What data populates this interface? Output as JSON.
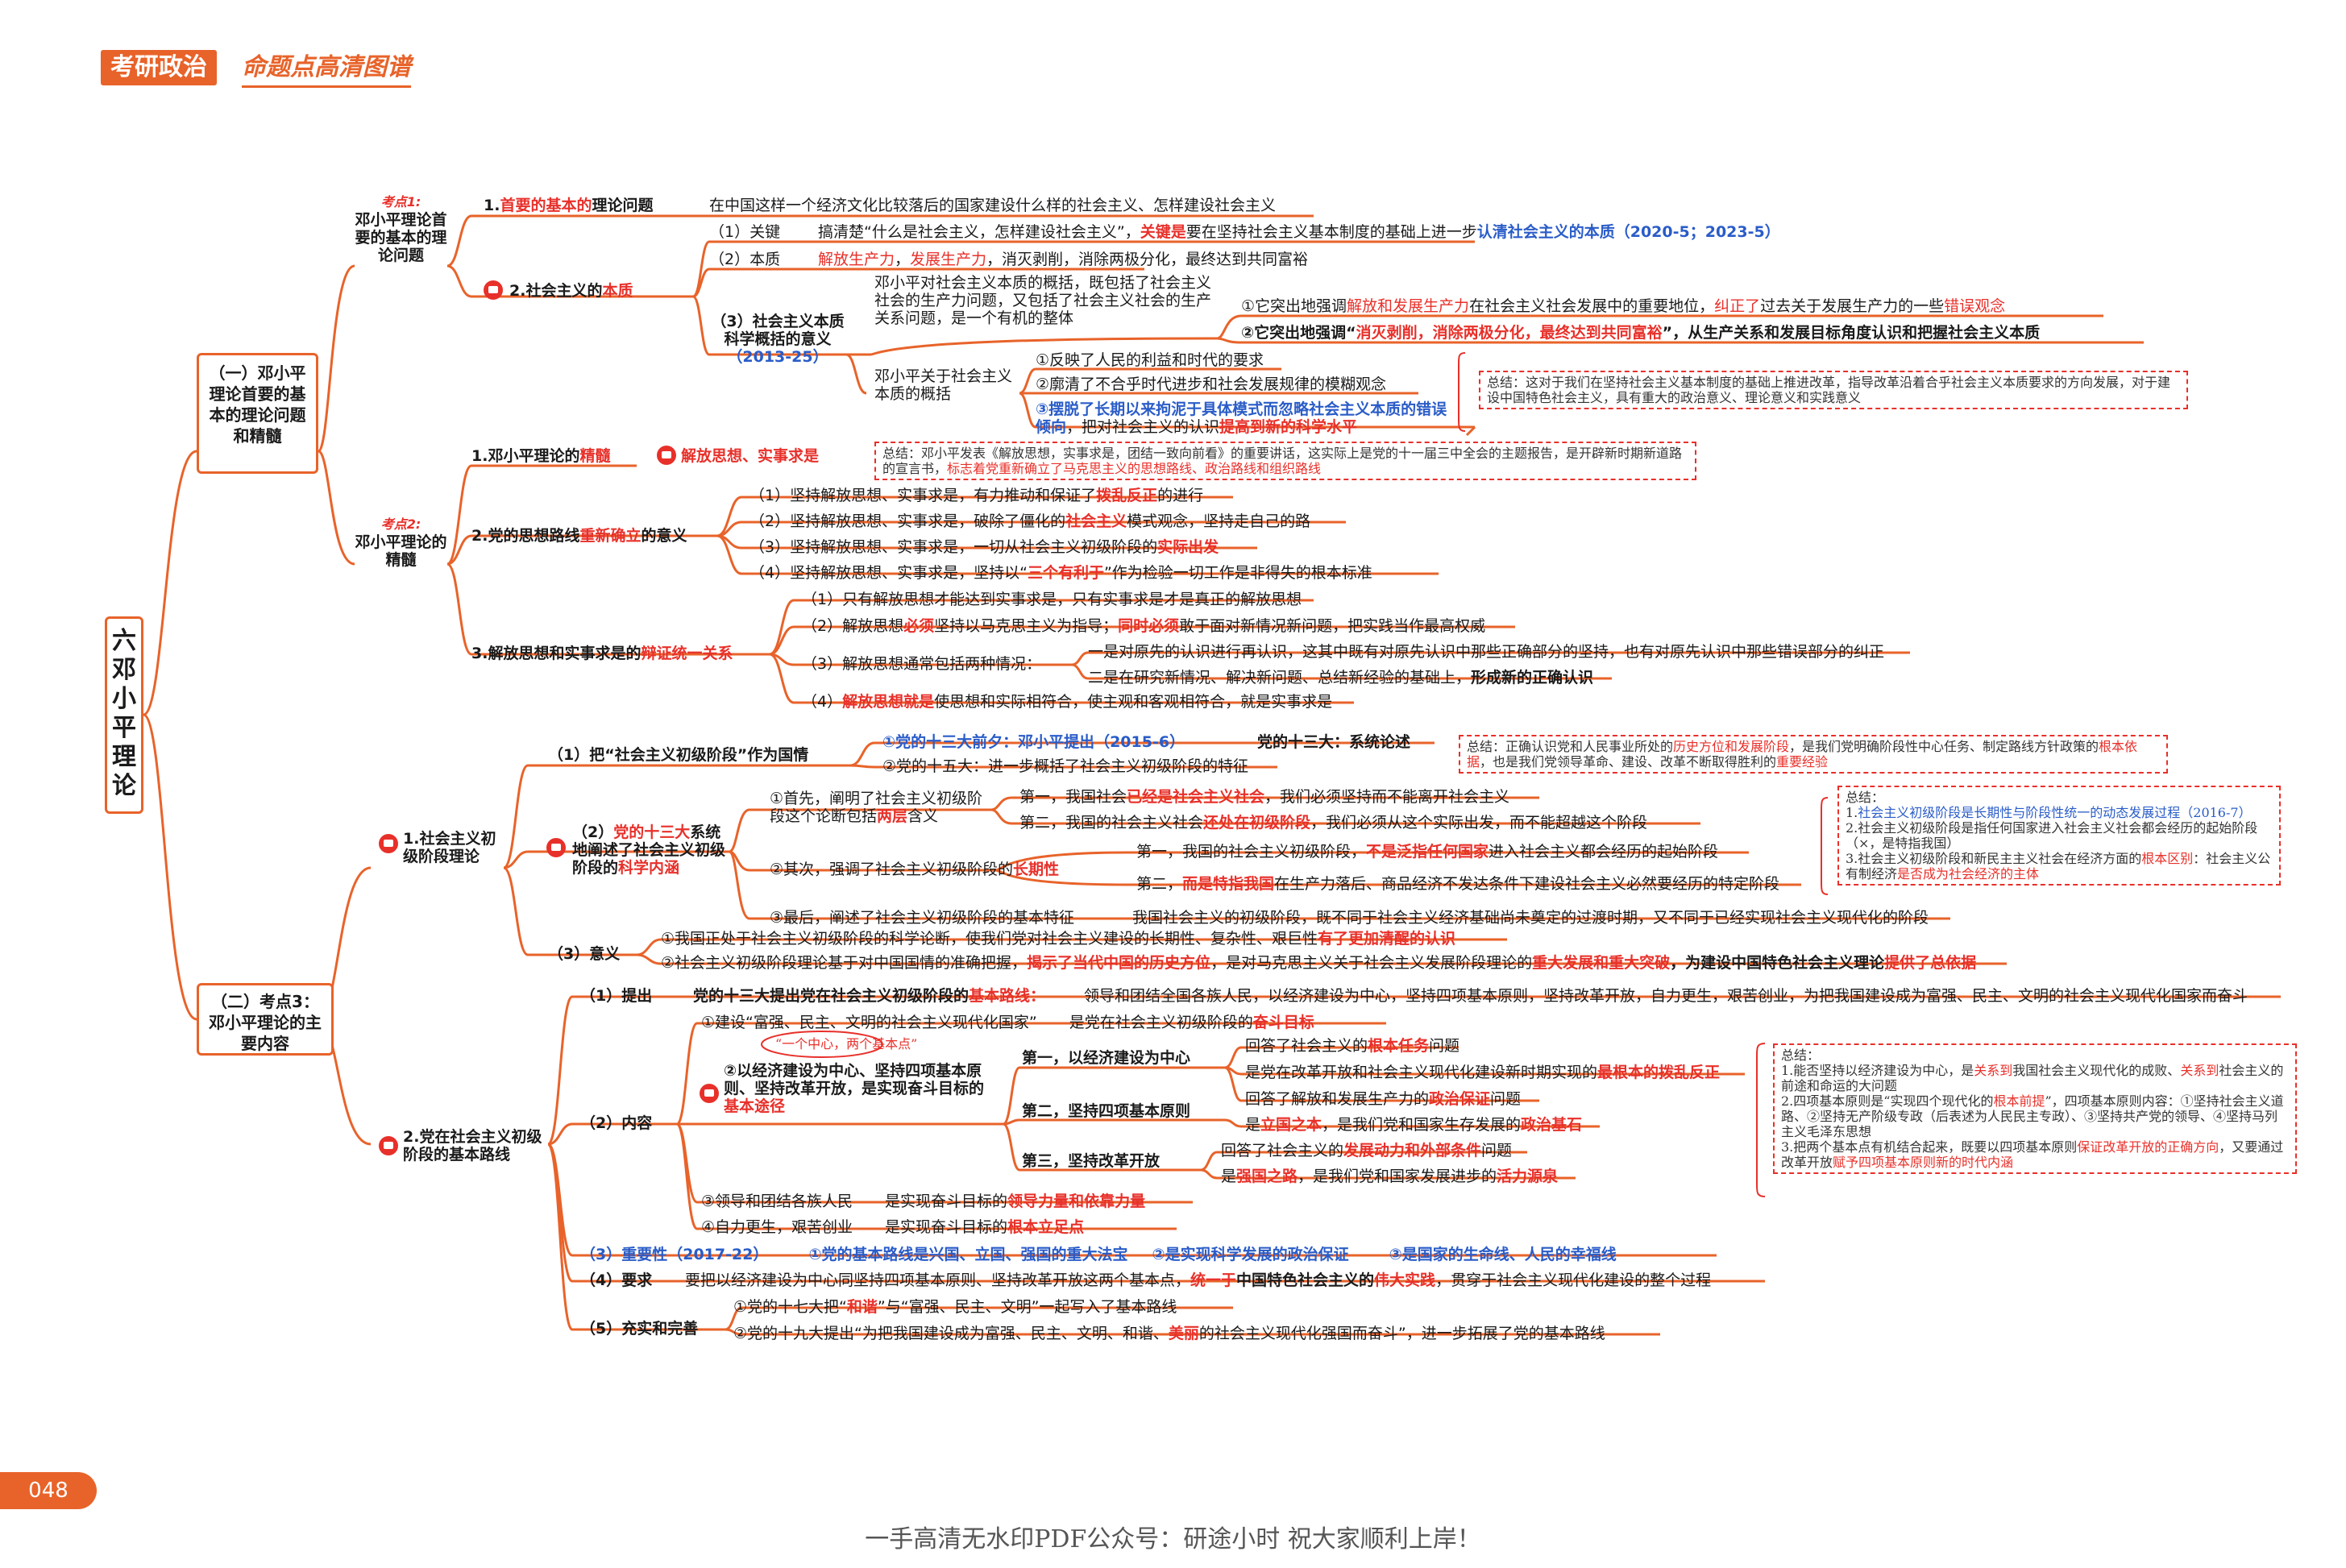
{
  "header": {
    "label": "考研政治",
    "subtitle": "命题点高清图谱"
  },
  "page_number": "048",
  "footer": "一手高清无水印PDF公众号：研途小时  祝大家顺利上岸！",
  "chapter": {
    "title": "六 邓小平理论"
  },
  "section1": {
    "title": "（一）邓小平理论首要的基本的理论问题和精髓",
    "kd1": {
      "tag": "考点1:",
      "title": "邓小平理论首要的基本的理论问题"
    },
    "q1": {
      "a": "1.",
      "b": "首要的基本的",
      "c": "理论问题",
      "desc": "在中国这样一个经济文化比较落后的国家建设什么样的社会主义、怎样建设社会主义"
    },
    "q2": {
      "a": "2.社会主义的",
      "b": "本质"
    },
    "guanjian": {
      "label": "（1）关键",
      "t1": "搞清楚“什么是社会主义，怎样建设社会主义”，",
      "t2": "关键是",
      "t3": "要在坚持社会主义基本制度的基础上进一步",
      "t4": "认清社会主义的本质（2020-5；2023-5）"
    },
    "benzhi": {
      "label": "（2）本质",
      "t1": "解放生产力",
      "t2": "，",
      "t3": "发展生产力",
      "t4": "，消灭剥削，消除两极分化，最终达到共同富裕"
    },
    "kexue": {
      "label": "（3）社会主义本质科学概括的意义",
      "year": "（2013-25）",
      "desc": "邓小平对社会主义本质的概括，既包括了社会主义社会的生产力问题，又包括了社会主义社会的生产关系问题，是一个有机的整体",
      "p1a": "①它突出地强调",
      "p1b": "解放和发展生产力",
      "p1c": "在社会主义社会发展中的重要地位，",
      "p1d": "纠正了",
      "p1e": "过去关于发展生产力的一些",
      "p1f": "错误观念",
      "p2a": "②它突出地强调“",
      "p2b": "消灭剥削，消除两极分化，最终达到共同富裕",
      "p2c": "”，从生产关系和发展目标角度认识和把握社会主义本质"
    },
    "gainian": {
      "label": "邓小平关于社会主义本质的概括",
      "i1": "①反映了人民的利益和时代的要求",
      "i2": "②廓清了不合乎时代进步和社会发展规律的模糊观念",
      "i3a": "③摆脱了长期以来拘泥于具体模式而忽略社会主义本质的错误倾向",
      "i3b": "，把对社会主义的认识",
      "i3c": "提高到新的科学水平"
    },
    "note1": "总结：这对于我们在坚持社会主义基本制度的基础上推进改革，指导改革沿着合乎社会主义本质要求的方向发展，对于建设中国特色社会主义，具有重大的政治意义、理论意义和实践意义",
    "kd2": {
      "tag": "考点2:",
      "title": "邓小平理论的精髓"
    },
    "jingsui": {
      "a": "1.邓小平理论的",
      "b": "精髓",
      "c": "解放思想、实事求是"
    },
    "note2a": "总结：邓小平发表《解放思想，实事求是，团结一致向前看》的重要讲话，这实际上是党的十一届三中全会的主题报告，是开辟新时期新道路的宣言书，",
    "note2b": "标志着党重新确立了马克思主义的思想路线、政治路线和组织路线",
    "luxian": {
      "a": "2.党的思想路线",
      "b": "重新确立",
      "c": "的意义",
      "i1a": "（1）坚持解放思想、实事求是，有力推动和保证了",
      "i1b": "拨乱反正",
      "i1c": "的进行",
      "i2a": "（2）坚持解放思想、实事求是，破除了僵化的",
      "i2b": "社会主义",
      "i2c": "模式观念，坚持走自己的路",
      "i3a": "（3）坚持解放思想、实事求是，一切从社会主义初级阶段的",
      "i3b": "实际出发",
      "i4a": "（4）坚持解放思想、实事求是，坚持以“",
      "i4b": "三个有利于",
      "i4c": "”作为检验一切工作是非得失的根本标准"
    },
    "bianzheng": {
      "a": "3.解放思想和实事求是的",
      "b": "辩证统一关系",
      "i1": "（1）只有解放思想才能达到实事求是，只有实事求是才是真正的解放思想",
      "i2a": "（2）解放思想",
      "i2b": "必须",
      "i2c": "坚持以马克思主义为指导；",
      "i2d": "同时必须",
      "i2e": "敢于面对新情况新问题，把实践当作最高权威",
      "i3": "（3）解放思想通常包括两种情况：",
      "i3a": "一是对原先的认识进行再认识，这其中既有对原先认识中那些正确部分的坚持，也有对原先认识中那些错误部分的纠正",
      "i3b1": "二是在研究新情况、解决新问题、总结新经验的基础上，",
      "i3b2": "形成新的正确认识",
      "i4a": "（4）",
      "i4b": "解放思想就是",
      "i4c": "使思想和实际相符合，使主观和客观相符合，就是实事求是"
    }
  },
  "section2": {
    "title": "（二）考点3：邓小平理论的主要内容",
    "chuji": {
      "title": "1.社会主义初级阶段理论",
      "r1": "（1）把“社会主义初级阶段”作为国情",
      "r1a": "①党的十三大前夕：邓小平提出（2015-6）",
      "r1b": "党的十三大：系统论述",
      "r1c": "②党的十五大：进一步概括了社会主义初级阶段的特征",
      "r2a": "（2）",
      "r2b": "党的十三大",
      "r2c": "系统地阐述了社会主义初级阶段的",
      "r2d": "科学内涵",
      "s1a": "①首先，阐明了社会主义初级阶段这个论断包括",
      "s1b": "两层",
      "s1c": "含义",
      "s1x1": "第一，我国社会",
      "s1x2": "已经是社会主义社会",
      "s1x3": "，我们必须坚持而不能离开社会主义",
      "s1y1": "第二，我国的社会主义社会",
      "s1y2": "还处在初级阶段",
      "s1y3": "，我们必须从这个实际出发，而不能超越这个阶段",
      "s2a": "②其次，强调了社会主义初级阶段的",
      "s2b": "长期性",
      "s2x1": "第一，我国的社会主义初级阶段，",
      "s2x2": "不是泛指任何国家",
      "s2x3": "进入社会主义都会经历的起始阶段",
      "s2y1": "第二，",
      "s2y2": "而是特指我国",
      "s2y3": "在生产力落后、商品经济不发达条件下建设社会主义必然要经历的特定阶段",
      "s3": "③最后，阐述了社会主义初级阶段的基本特征",
      "s3d": "我国社会主义的初级阶段，既不同于社会主义经济基础尚未奠定的过渡时期，又不同于已经实现社会主义现代化的阶段",
      "yiyi": "（3）意义",
      "y1a": "①我国正处于社会主义初级阶段的科学论断，使我们党对社会主义建设的长期性、复杂性、艰巨性",
      "y1b": "有了更加清醒的认识",
      "y2a": "②社会主义初级阶段理论基于对中国国情的准确把握，",
      "y2b": "揭示了当代中国的历史方位",
      "y2c": "，是对马克思主义关于社会主义发展阶段理论的",
      "y2d": "重大发展和重大突破",
      "y2e": "，为建设中国特色社会主义理论",
      "y2f": "提供了总依据"
    },
    "note3a": "总结：正确认识党和人民事业所处的",
    "note3b": "历史方位和发展阶段",
    "note3c": "，是我们党明确阶段性中心任务、制定路线方针政策的",
    "note3d": "根本依据",
    "note3e": "，也是我们党领导革命、建设、改革不断取得胜利的",
    "note3f": "重要经验",
    "note4": {
      "t": "总结：",
      "l1a": "1.",
      "l1b": "社会主义初级阶段是长期性与阶段性统一的动态发展过程（2016-7）",
      "l2": "2.社会主义初级阶段是指任何国家进入社会主义社会都会经历的起始阶段（×，是特指我国）",
      "l3a": "3.社会主义初级阶段和新民主主义社会在经济方面的",
      "l3b": "根本区别",
      "l3c": "：社会主义公有制经济",
      "l3d": "是否成为社会经济的主体"
    },
    "luxian": {
      "title": "2.党在社会主义初级阶段的基本路线",
      "tc": "（1）提出",
      "tc1": "党的十三大提出党在社会主义初级阶段的",
      "tc2": "基本路线：",
      "tc3": "领导和团结全国各族人民，以经济建设为中心，坚持四项基本原则，坚持改革开放，自力更生，艰苦创业，为把我国建设成为富强、民主、文明的社会主义现代化国家而奋斗",
      "nr": "（2）内容",
      "n1a": "①建设“富强、民主、文明的社会主义现代化国家”",
      "n1b": "是党在社会主义初级阶段的",
      "n1c": "奋斗目标",
      "bubble": "“一个中心，两个基本点”",
      "n2a": "②以经济建设为中心、坚持四项基本原则、坚持改革开放，是实现奋斗目标的",
      "n2b": "基本途径",
      "d1": "第一，以经济建设为中心",
      "d1a1": "回答了社会主义的",
      "d1a2": "根本任务",
      "d1a3": "问题",
      "d1b1": "是党在改革开放和社会主义现代化建设新时期实现的",
      "d1b2": "最根本的拨乱反正",
      "d1c1": "回答了解放和发展生产力的",
      "d1c2": "政治保证",
      "d1c3": "问题",
      "d2": "第二，坚持四项基本原则",
      "d2a1": "是",
      "d2a2": "立国之本",
      "d2a3": "，是我们党和国家生存发展的",
      "d2a4": "政治基石",
      "d3": "第三，坚持改革开放",
      "d3a1": "回答了社会主义的",
      "d3a2": "发展动力和外部条件",
      "d3a3": "问题",
      "d3b1": "是",
      "d3b2": "强国之路",
      "d3b3": "，是我们党和国家发展进步的",
      "d3b4": "活力源泉",
      "n3a": "③领导和团结各族人民",
      "n3b": "是实现奋斗目标的",
      "n3c": "领导力量和依靠力量",
      "n4a": "④自力更生，艰苦创业",
      "n4b": "是实现奋斗目标的",
      "n4c": "根本立足点",
      "zy": "（3）重要性（2017-22）",
      "zy1": "①党的基本路线是兴国、立国、强国的重大法宝",
      "zy2": "②是实现科学发展的政治保证",
      "zy3": "③是国家的生命线、人民的幸福线",
      "yq": "（4）要求",
      "yq1": "要把以经济建设为中心同坚持四项基本原则、坚持改革开放这两个基本点，",
      "yq2": "统一于",
      "yq3": "中国特色社会主义的",
      "yq4": "伟大实践",
      "yq5": "，贯穿于社会主义现代化建设的整个过程",
      "bc": "（5）充实和完善",
      "bc1a": "①党的十七大把“",
      "bc1b": "和谐",
      "bc1c": "”与“富强、民主、文明”一起写入了基本路线",
      "bc2a": "②党的十九大提出“为把我国建设成为富强、民主、文明、和谐、",
      "bc2b": "美丽",
      "bc2c": "的社会主义现代化强国而奋斗”，进一步拓展了党的基本路线"
    },
    "note5": {
      "t": "总结：",
      "l1a": "1.能否坚持以经济建设为中心，是",
      "l1b": "关系到",
      "l1c": "我国社会主义现代化的成败、",
      "l1d": "关系到",
      "l1e": "社会主义的前途和命运的大问题",
      "l2a": "2.四项基本原则是“实现四个现代化的",
      "l2b": "根本前提",
      "l2c": "”，四项基本原则内容：①坚持社会主义道路、②坚持无产阶级专政（后表述为人民民主专政）、③坚持共产党的领导、④坚持马列主义毛泽东思想",
      "l3a": "3.把两个基本点有机结合起来，既要以四项基本原则",
      "l3b": "保证改革开放的正确方向",
      "l3c": "，又要通过改革开放",
      "l3d": "赋予四项基本原则新的时代内涵"
    }
  }
}
